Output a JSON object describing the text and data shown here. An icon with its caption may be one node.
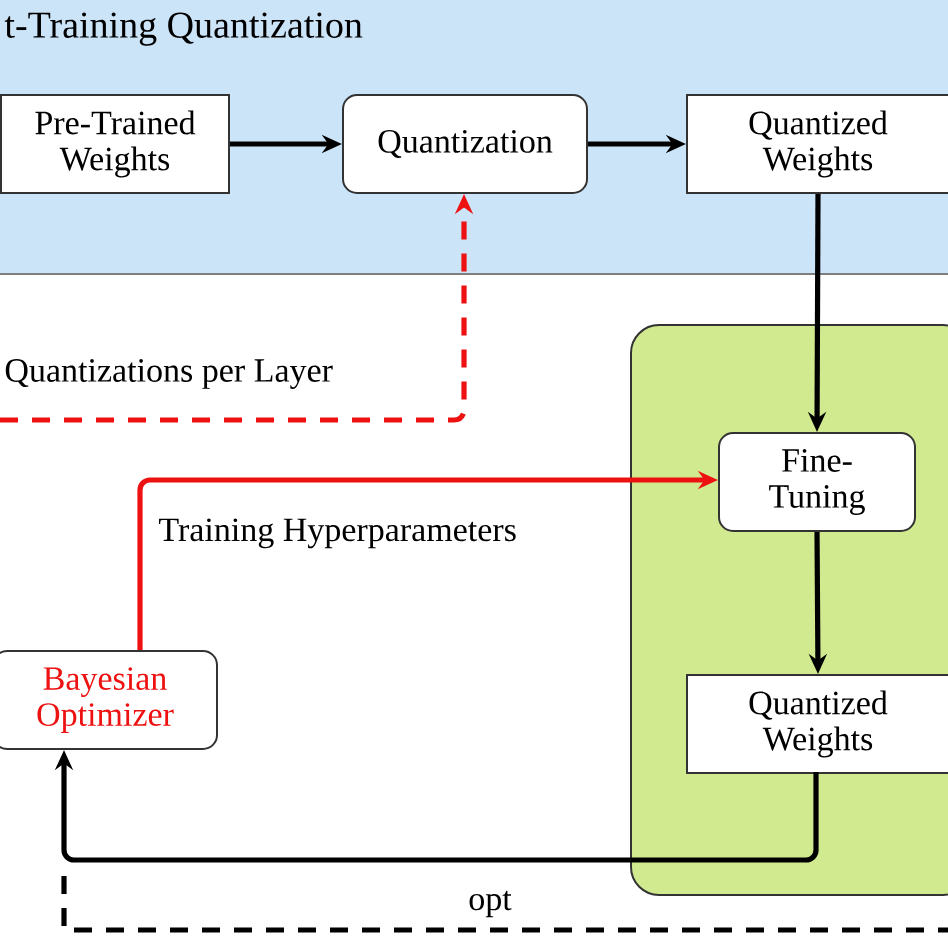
{
  "diagram": {
    "nodes": [
      {
        "text": [
          "t-Training Quantization"
        ]
      },
      {
        "text": [
          "Pre-Trained Weights"
        ],
        "in": 0
      },
      {
        "text": [
          "Quantization"
        ],
        "in": 0
      },
      {
        "text": [
          "Quantized Weights"
        ],
        "in": 0
      },
      {
        "text": [],
        "shape": "box"
      },
      {
        "text": [
          "Fine-Tuning"
        ],
        "in": 4
      },
      {
        "text": [
          "Quantized Weights"
        ],
        "in": 4
      },
      {
        "text": [
          "Bayesian Optimizer"
        ]
      }
    ],
    "edges": [
      {
        "from": 1,
        "to": 2,
        "arrow": "to"
      },
      {
        "from": 2,
        "to": 3,
        "arrow": "to"
      },
      {
        "from": 3,
        "to": 5,
        "arrow": "to"
      },
      {
        "from": 5,
        "to": 6,
        "arrow": "to"
      },
      {
        "from": 6,
        "to": 7,
        "arrow": "to"
      },
      {
        "from": 7,
        "to": 5,
        "arrow": "to",
        "label": "Training Hyperparameters",
        "color": "#ee1111"
      },
      {
        "from": null,
        "to": 2,
        "arrow": "to",
        "label": "Quantizations per Layer",
        "style": "dashed",
        "color": "#ee1111"
      }
    ],
    "labels": [
      "opt"
    ]
  }
}
